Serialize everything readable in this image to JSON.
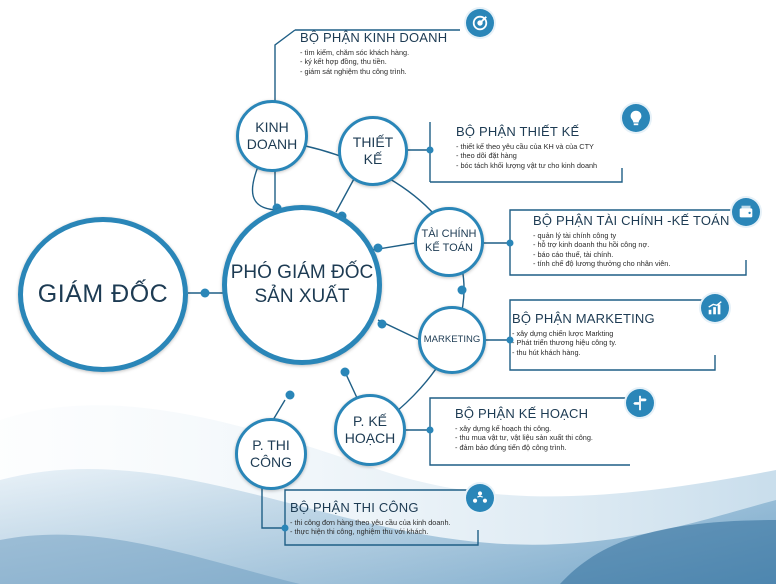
{
  "nodes": {
    "giam_doc": "GIÁM ĐỐC",
    "pho_giam_doc": [
      "PHÓ GIÁM ĐỐC",
      "SẢN XUẤT"
    ],
    "kinh_doanh": [
      "KINH",
      "DOANH"
    ],
    "thiet_ke": [
      "THIẾT",
      "KẾ"
    ],
    "tai_chinh": [
      "TÀI CHÍNH",
      "KẾ TOÁN"
    ],
    "marketing": "MARKETING",
    "ke_hoach": [
      "P. KẾ",
      "HOẠCH"
    ],
    "thi_cong": [
      "P. THI",
      "CÔNG"
    ]
  },
  "departments": {
    "kinh_doanh": {
      "title": "BỘ PHẬN KINH DOANH",
      "items": [
        "- tìm kiếm, chăm sóc khách hàng.",
        "- ký kết hợp đồng, thu tiền.",
        "- giám sát nghiệm thu công trình."
      ]
    },
    "thiet_ke": {
      "title": "BỘ PHẬN THIẾT KẾ",
      "items": [
        "- thiết kế theo yêu cầu của KH và của CTY",
        "- theo dõi đặt hàng",
        "- bóc tách khối lượng vật tư cho kinh doanh"
      ]
    },
    "tai_chinh": {
      "title": "BỘ PHẬN TÀI CHÍNH -KẾ TOÁN",
      "items": [
        "- quản lý tài chính công ty",
        "- hỗ trợ kinh doanh thu hồi công nợ.",
        "- báo cáo thuế, tài chính.",
        "- tính chế độ lương thưởng cho nhân viên."
      ]
    },
    "marketing": {
      "title": "BỘ PHẬN MARKETING",
      "items": [
        "- xây dựng chiến lược Markting",
        "- Phát triển thương hiệu công ty.",
        "- thu hút khách hàng."
      ]
    },
    "ke_hoach": {
      "title": "BỘ PHẬN KẾ HOẠCH",
      "items": [
        "- xây dựng kế hoạch thi công.",
        "- thu mua vật tư, vật liệu sản xuất thi công.",
        "- đảm bảo đúng tiến độ công trình."
      ]
    },
    "thi_cong": {
      "title": "BỘ PHẬN THI CÔNG",
      "items": [
        "- thi công đơn hàng theo yêu cầu của kinh doanh.",
        "- thực hiện thi công, nghiệm thu với khách."
      ]
    }
  },
  "icons": [
    "target-icon",
    "lightbulb-icon",
    "wallet-icon",
    "growth-chart-icon",
    "signpost-icon",
    "team-icon"
  ],
  "colors": {
    "accent": "#2a86b8",
    "dark_text": "#1d3b53",
    "line": "#1f5f86"
  }
}
